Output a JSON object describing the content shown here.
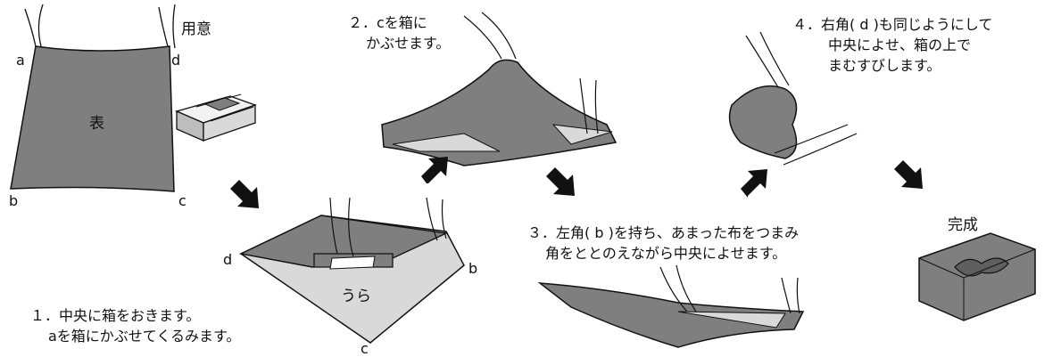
{
  "labels": {
    "prepare": "用意",
    "face": "表",
    "back": "うら",
    "done": "完成",
    "corner_a": "a",
    "corner_b": "b",
    "corner_c": "c",
    "corner_d": "d"
  },
  "steps": [
    {
      "line1": "１．中央に箱をおきます。",
      "line2": "aを箱にかぶせてくるみます。"
    },
    {
      "line1": "２．cを箱に",
      "line2": "かぶせます。"
    },
    {
      "line1": "３．左角( b )を持ち、あまった布をつまみ",
      "line2": "角をととのえながら中央によせます。"
    },
    {
      "line1": "４．右角( d )も同じようにして",
      "line2": "中央によせ、箱の上で",
      "line3": "まむすびします。"
    }
  ],
  "colors": {
    "cloth": "#7f7f7f",
    "cloth_back": "#d9d9d9",
    "stroke": "#111111",
    "arrow": "#111111"
  }
}
